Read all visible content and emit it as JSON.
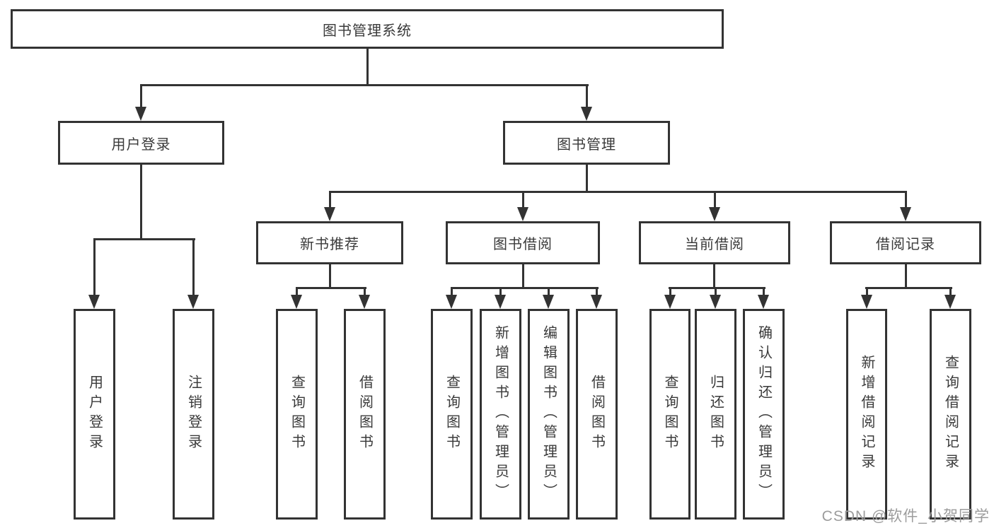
{
  "diagram": {
    "root": {
      "label": "图书管理系统"
    },
    "level2": [
      {
        "id": "user-login",
        "label": "用户登录"
      },
      {
        "id": "book-management",
        "label": "图书管理"
      }
    ],
    "level3": [
      {
        "id": "new-book-recommend",
        "label": "新书推荐"
      },
      {
        "id": "book-borrow",
        "label": "图书借阅"
      },
      {
        "id": "current-borrow",
        "label": "当前借阅"
      },
      {
        "id": "borrow-records",
        "label": "借阅记录"
      }
    ],
    "leaves": {
      "user_login": [
        {
          "label": "用户登录"
        },
        {
          "label": "注销登录"
        }
      ],
      "new_book_recommend": [
        {
          "label": "查询图书"
        },
        {
          "label": "借阅图书"
        }
      ],
      "book_borrow": [
        {
          "label": "查询图书"
        },
        {
          "label": "新增图书（管理员）"
        },
        {
          "label": "编辑图书（管理员）"
        },
        {
          "label": "借阅图书"
        }
      ],
      "current_borrow": [
        {
          "label": "查询图书"
        },
        {
          "label": "归还图书"
        },
        {
          "label": "确认归还（管理员）"
        }
      ],
      "borrow_records": [
        {
          "label": "新增借阅记录"
        },
        {
          "label": "查询借阅记录"
        }
      ]
    }
  },
  "watermark": {
    "text": "CSDN @软件_小贺同学"
  },
  "colors": {
    "line": "#333333",
    "box_border": "#333333",
    "text": "#3a3a3a",
    "watermark": "#9c9c9c",
    "background": "#ffffff"
  }
}
